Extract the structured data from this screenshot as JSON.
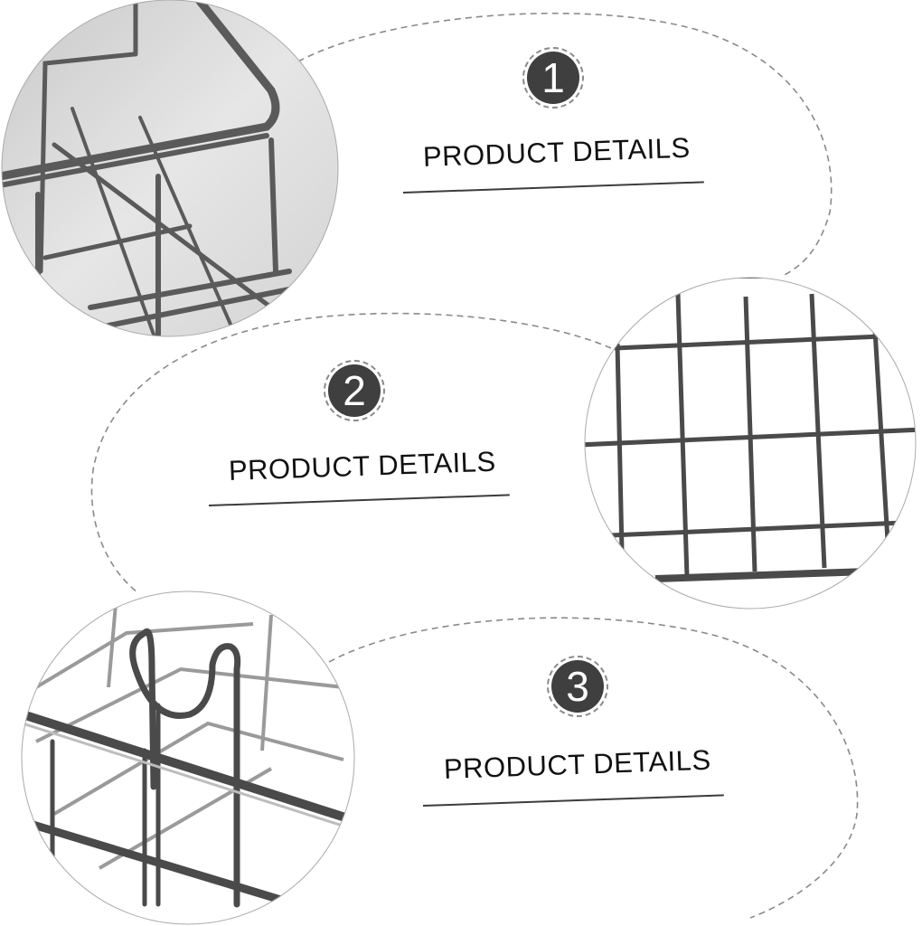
{
  "panels": [
    {
      "number": "1",
      "label": "PRODUCT DETAILS",
      "photo": "basket-corner-closeup"
    },
    {
      "number": "2",
      "label": "PRODUCT DETAILS",
      "photo": "wire-grid-panel-closeup"
    },
    {
      "number": "3",
      "label": "PRODUCT DETAILS",
      "photo": "hanging-hook-closeup"
    }
  ],
  "colors": {
    "background": "#ffffff",
    "badge_fill": "#3f3f3f",
    "badge_text": "#ffffff",
    "dashed_outline": "#8a8a8a",
    "text": "#111111",
    "wire_metal": "#4a4a4a",
    "photo_bg_gray": "#d9d9d9"
  }
}
